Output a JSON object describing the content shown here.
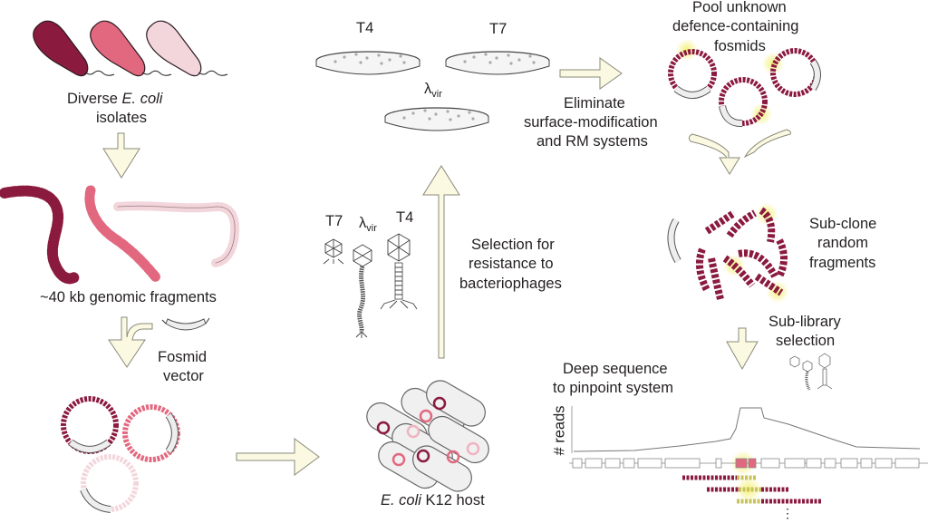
{
  "figure": {
    "colors": {
      "dark": "#8b1a3f",
      "mid": "#e2687f",
      "light": "#f2d6dc",
      "arrow_fill": "#fbf9e2",
      "arrow_stroke": "#8a8a7a",
      "highlight": "#eeeb6a",
      "vector_fill": "#eeeeee",
      "outline": "#555555",
      "text": "#231f20"
    },
    "steps": {
      "isolates": {
        "line1_prefix": "Diverse ",
        "line1_italic": "E. coli",
        "line2": "isolates"
      },
      "fragments": {
        "label": "~40 kb genomic fragments"
      },
      "fosmid_vector": {
        "line1": "Fosmid",
        "line2": "vector"
      },
      "host": {
        "italic": "E. coli",
        "suffix": " K12 host"
      },
      "selection": {
        "line1": "Selection for",
        "line2": "resistance to",
        "line3": "bacteriophages"
      },
      "plates": [
        {
          "name": "T4"
        },
        {
          "name": "T7"
        },
        {
          "name": "λ",
          "subscript": "vir"
        }
      ],
      "phages": [
        {
          "name": "T7"
        },
        {
          "name": "λ",
          "subscript": "vir"
        },
        {
          "name": "T4"
        }
      ],
      "eliminate": {
        "line1": "Eliminate",
        "line2": "surface-modification",
        "line3": "and RM systems"
      },
      "pool": {
        "line1": "Pool unknown",
        "line2": "defence-containing",
        "line3": "fosmids"
      },
      "subclone": {
        "line1": "Sub-clone",
        "line2": "random",
        "line3": "fragments"
      },
      "sublibrary": {
        "line1": "Sub-library",
        "line2": "selection"
      },
      "deep_seq": {
        "line1": "Deep sequence",
        "line2": "to pinpoint system"
      },
      "reads_axis": {
        "label": "# reads"
      },
      "more_reads": {
        "label": "⋮"
      }
    }
  }
}
